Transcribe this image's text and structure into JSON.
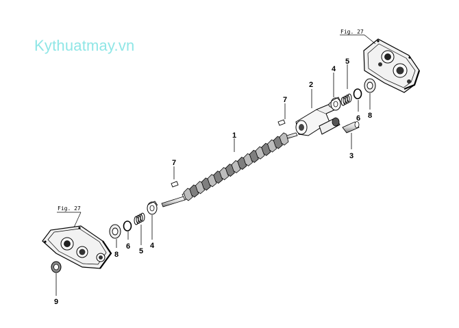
{
  "watermark": "Kythuatmay.vn",
  "fig_refs": [
    "Fig. 27",
    "Fig. 27"
  ],
  "callouts": [
    "1",
    "2",
    "3",
    "4",
    "5",
    "6",
    "7",
    "8",
    "4",
    "5",
    "6",
    "7",
    "8",
    "9"
  ],
  "colors": {
    "line": "#000000",
    "watermark": "#8fe6e6",
    "shade": "#9a9a9a"
  }
}
